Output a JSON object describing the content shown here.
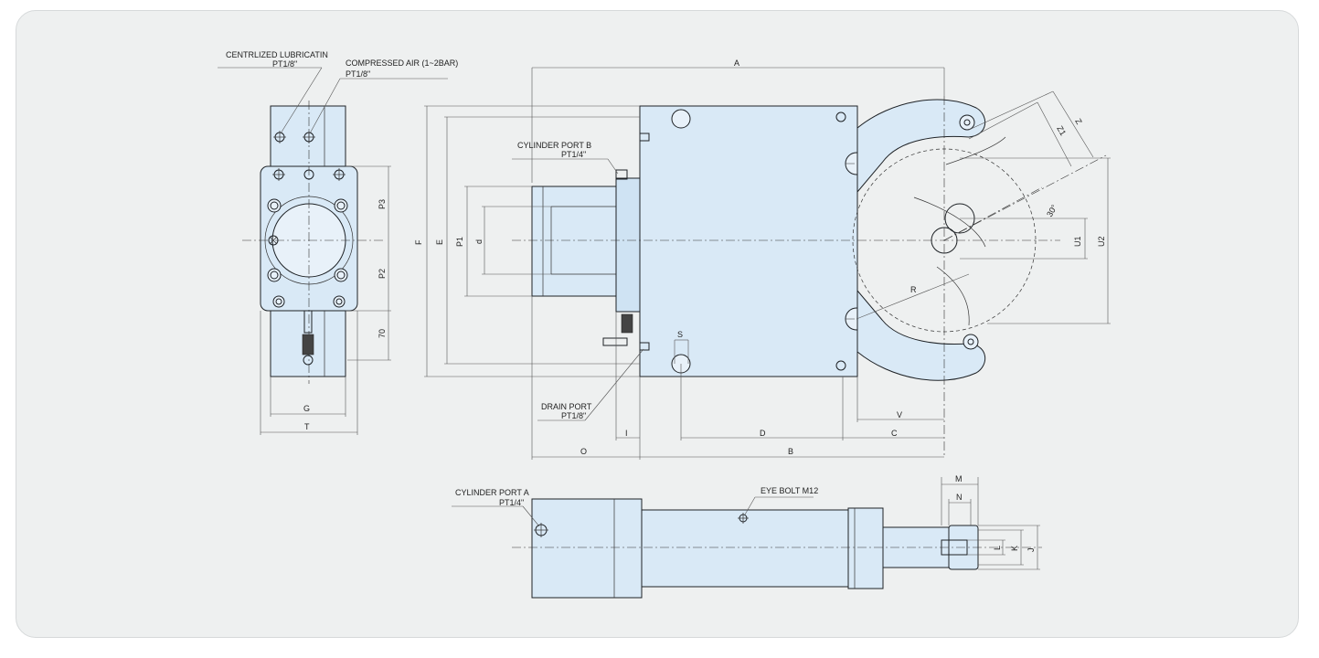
{
  "callouts": {
    "lubrication_title": "CENTRLIZED LUBRICATIN",
    "lubrication_spec": "PT1/8\"",
    "air_title": "COMPRESSED AIR (1~2BAR)",
    "air_spec": "PT1/8\"",
    "port_b_title": "CYLINDER PORT B",
    "port_b_spec": "PT1/4\"",
    "drain_title": "DRAIN PORT",
    "drain_spec": "PT1/8\"",
    "port_a_title": "CYLINDER PORT A",
    "port_a_spec": "PT1/4\"",
    "eye_bolt": "EYE BOLT M12"
  },
  "dimensions": {
    "A": "A",
    "B": "B",
    "C": "C",
    "D": "D",
    "E": "E",
    "F": "F",
    "G": "G",
    "I": "I",
    "J": "J",
    "K": "K",
    "L": "L",
    "M": "M",
    "N": "N",
    "O": "O",
    "P1": "P1",
    "P2": "P2",
    "P3": "P3",
    "R": "R",
    "S": "S",
    "T": "T",
    "U1": "U1",
    "U2": "U2",
    "V": "V",
    "Z": "Z",
    "Z1": "Z1",
    "d": "d",
    "seventy": "70",
    "angle": "30°"
  }
}
